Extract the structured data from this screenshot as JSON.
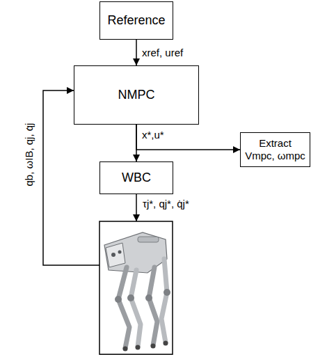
{
  "diagram": {
    "nodes": [
      {
        "text": [
          "Reference"
        ]
      },
      {
        "text": [
          "NMPC"
        ]
      },
      {
        "text": [
          "Extract",
          "Vmpc, ωmpc"
        ]
      },
      {
        "text": [
          "WBC"
        ]
      }
    ],
    "edges": [
      {
        "from": 0,
        "to": 1,
        "arrow": "to",
        "label": "xref, uref"
      },
      {
        "from": 1,
        "to": 3,
        "arrow": "to",
        "label": "x*,u*"
      },
      {
        "from": 1,
        "to": 2,
        "arrow": "to"
      }
    ],
    "labels": [
      "τj*, qj*, q̇j*",
      "qb, ωIB, qj, q̇j"
    ]
  }
}
